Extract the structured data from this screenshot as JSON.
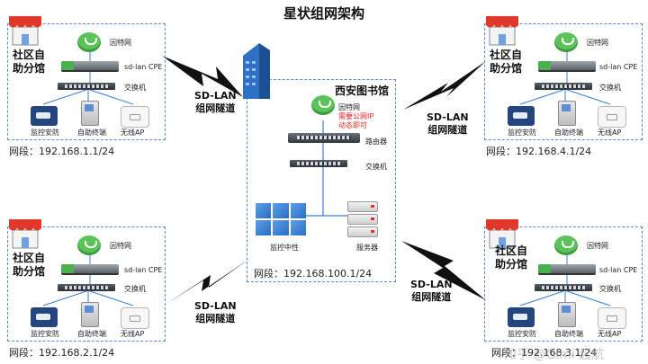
{
  "title": "星状组网架构",
  "center": {
    "name": "西安图书馆",
    "cloud_label": "因特网",
    "note_line1": "需要公网IP",
    "note_line2": "动态即可",
    "router_label": "路由器",
    "switch_label": "交换机",
    "monitor_label": "监控中性",
    "server_label": "服务器",
    "segment": "网段：192.168.100.1/24"
  },
  "branches": {
    "tl": {
      "name_line1": "社区自",
      "name_line2": "助分馆",
      "internet": "因特网",
      "cpe": "sd-lan CPE",
      "switch": "交换机",
      "cam": "监控安防",
      "kiosk": "自助终端",
      "ap": "无线AP",
      "segment": "网段：192.168.1.1/24"
    },
    "tr": {
      "name_line1": "社区自",
      "name_line2": "助分馆",
      "internet": "因特网",
      "cpe": "sd-lan CPE",
      "switch": "交换机",
      "cam": "监控安防",
      "kiosk": "自助终端",
      "ap": "无线AP",
      "segment": "网段：192.168.4.1/24"
    },
    "bl": {
      "name_line1": "社区自",
      "name_line2": "助分馆",
      "internet": "因特网",
      "cpe": "sd-lan CPE",
      "switch": "交换机",
      "cam": "监控安防",
      "kiosk": "自助终端",
      "ap": "无线AP",
      "segment": "网段：192.168.2.1/24"
    },
    "br": {
      "name_line1": "社区自",
      "name_line2": "助分馆",
      "internet": "因特网",
      "cpe": "sd-lan CPE",
      "switch": "交换机",
      "cam": "监控安防",
      "kiosk": "自助终端",
      "ap": "无线AP",
      "segment": "网段：192.168.3.1/24"
    }
  },
  "tunnels": {
    "tl": {
      "line1": "SD-LAN",
      "line2": "组网隧道"
    },
    "tr": {
      "line1": "SD-LAN",
      "line2": "组网隧道"
    },
    "bl": {
      "line1": "SD-LAN",
      "line2": "组网隧道"
    },
    "br": {
      "line1": "SD-LAN",
      "line2": "组网隧道"
    }
  },
  "watermark": "知乎 @Gimi 起航",
  "colors": {
    "box_border": "#5a88c8",
    "cloud": "#5cc35a",
    "accent_red": "#e02020",
    "awning_red": "#e0392b"
  }
}
